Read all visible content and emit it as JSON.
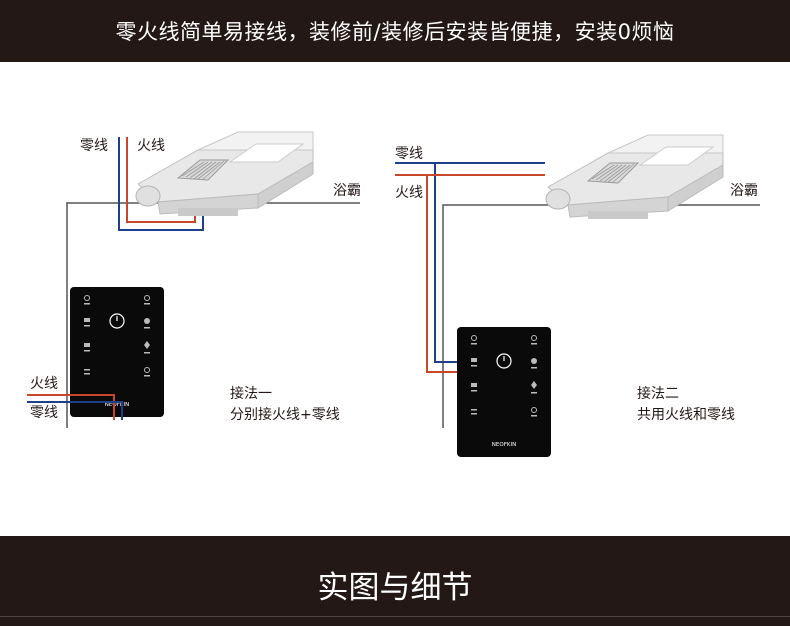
{
  "header": {
    "banner_text": "零火线简单易接线，装修前/装修后安装皆便捷，安装0烦恼"
  },
  "colors": {
    "banner_bg": "#231815",
    "live_wire": "#c8472b",
    "neutral_wire": "#1e3f8c",
    "ground_wire": "#555555",
    "panel": "#0a0a0a"
  },
  "diagram1": {
    "neutral_label": "零线",
    "live_label": "火线",
    "device_label": "浴霸",
    "in_live_label": "火线",
    "in_neutral_label": "零线",
    "caption_line1": "接法一",
    "caption_line2": "分别接火线+零线",
    "panel_brand": "NEOFKIN"
  },
  "diagram2": {
    "neutral_label": "零线",
    "live_label": "火线",
    "device_label": "浴霸",
    "caption_line1": "接法二",
    "caption_line2": "共用火线和零线",
    "panel_brand": "NEOFKIN"
  },
  "footer": {
    "section_title": "实图与细节"
  }
}
